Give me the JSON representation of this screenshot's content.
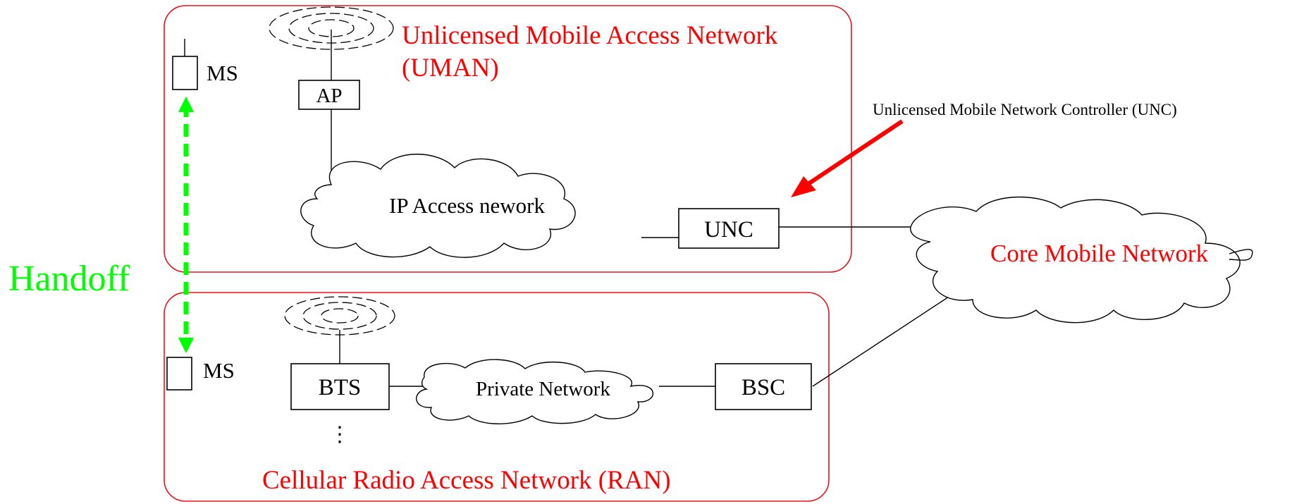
{
  "colors": {
    "region": "#e8131b",
    "region_text": "#ff0000",
    "handoff": "#00ff00",
    "ink": "#000000",
    "arrow": "#ff0000"
  },
  "uman": {
    "title_line1": "Unlicensed Mobile Access Network",
    "title_line2": "(UMAN)"
  },
  "ran": {
    "title": "Cellular Radio Access Network (RAN)"
  },
  "nodes": {
    "ms_top": "MS",
    "ms_bottom": "MS",
    "ap": "AP",
    "unc": "UNC",
    "bts": "BTS",
    "bsc": "BSC",
    "bts_ellipsis": "⋮"
  },
  "clouds": {
    "ip_access": "IP Access nework",
    "private": "Private Network",
    "core": "Core Mobile Network"
  },
  "annotations": {
    "unc_callout": "Unlicensed Mobile Network Controller (UNC)",
    "handoff": "Handoff"
  },
  "icons": [
    "antenna-waves-icon",
    "callout-arrow-icon",
    "handoff-arrow-icon"
  ]
}
